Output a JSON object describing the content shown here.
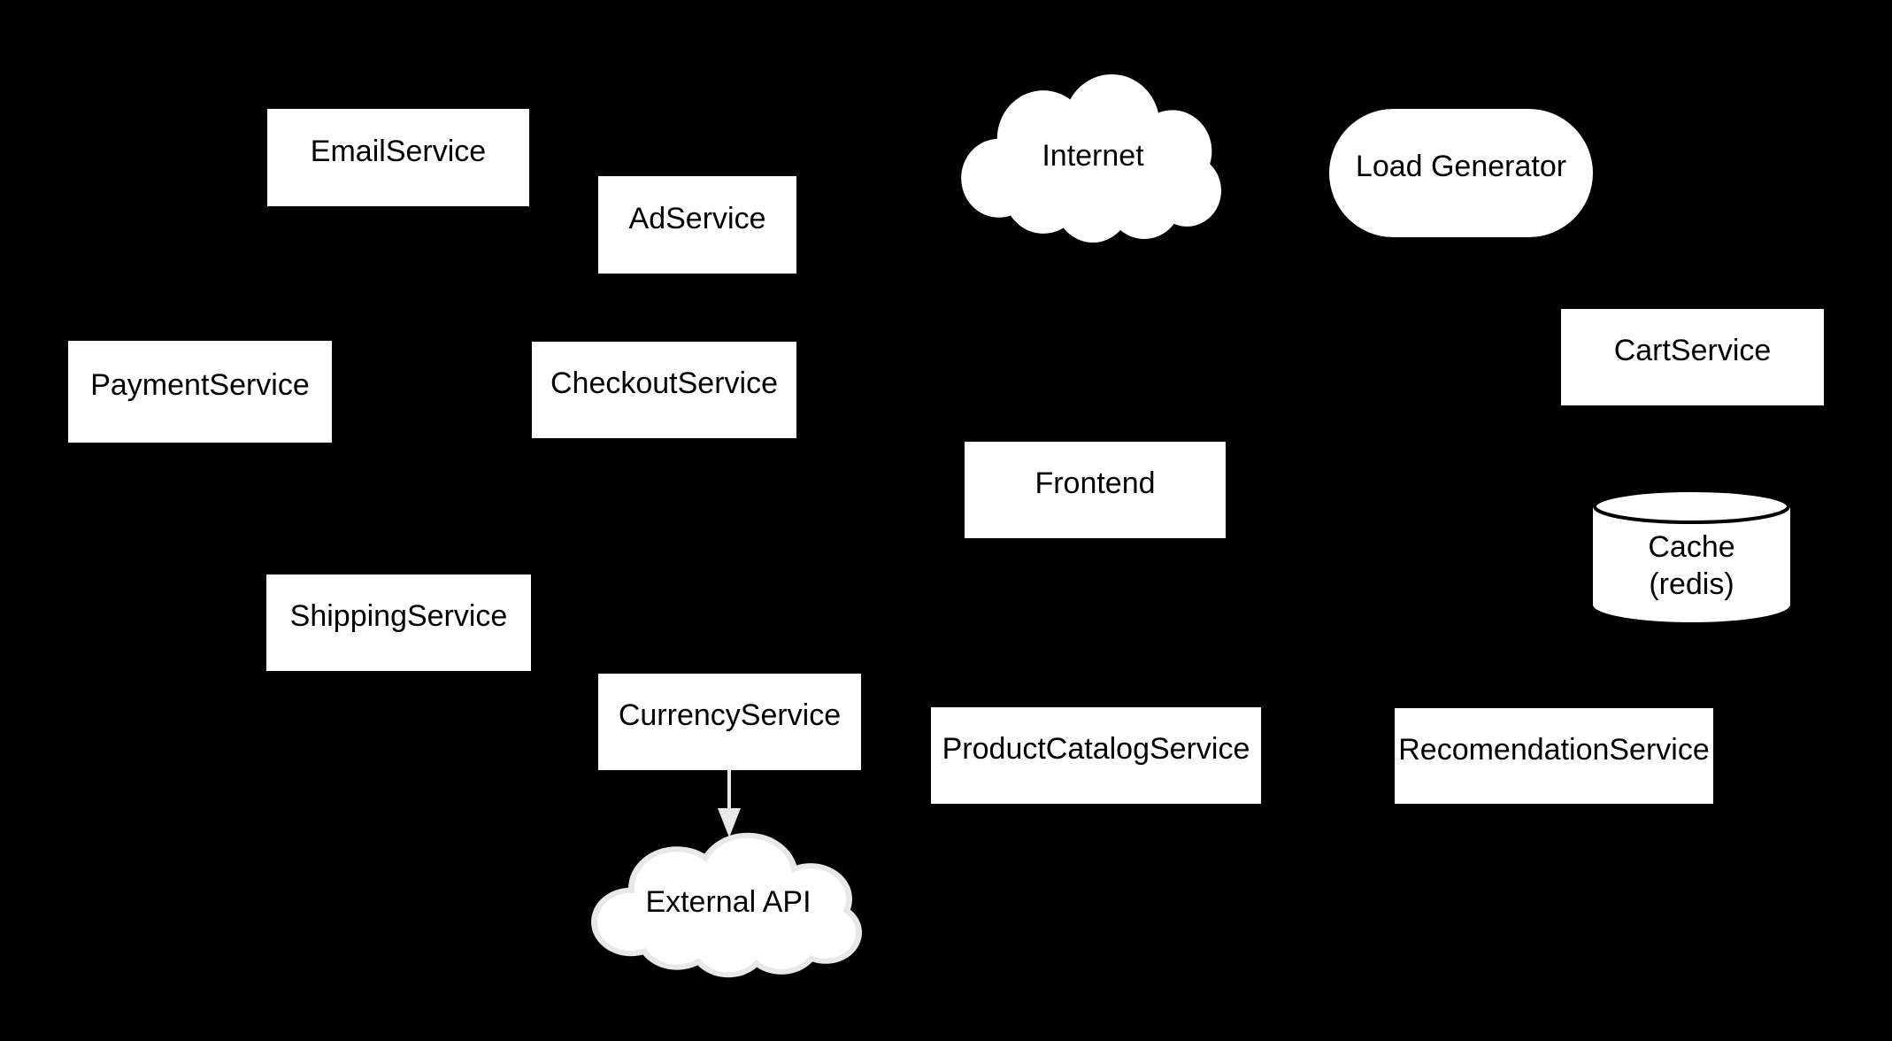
{
  "diagram": {
    "type": "architecture-diagram",
    "colors": {
      "background": "#000000",
      "node_fill": "#ffffff",
      "node_text": "#000000",
      "edge_color": "#e8e8e8",
      "external_cloud_outline": "#e8e8e8",
      "cylinder_stroke": "#000000"
    },
    "nodes": {
      "email": {
        "label": "EmailService",
        "shape": "rect"
      },
      "ad": {
        "label": "AdService",
        "shape": "rect"
      },
      "internet": {
        "label": "Internet",
        "shape": "cloud"
      },
      "loadgen": {
        "label": "Load Generator",
        "shape": "stadium"
      },
      "payment": {
        "label": "PaymentService",
        "shape": "rect"
      },
      "checkout": {
        "label": "CheckoutService",
        "shape": "rect"
      },
      "cart": {
        "label": "CartService",
        "shape": "rect"
      },
      "frontend": {
        "label": "Frontend",
        "shape": "rect"
      },
      "cache": {
        "lines": [
          "Cache",
          "(redis)"
        ],
        "shape": "cylinder"
      },
      "shipping": {
        "label": "ShippingService",
        "shape": "rect"
      },
      "currency": {
        "label": "CurrencyService",
        "shape": "rect"
      },
      "productcatalog": {
        "label": "ProductCatalogService",
        "shape": "rect"
      },
      "recomendation": {
        "label": "RecomendationService",
        "shape": "rect"
      },
      "externalapi": {
        "label": "External API",
        "shape": "cloud"
      }
    },
    "edges": [
      {
        "from": "CurrencyService",
        "to": "External API",
        "direction": "down",
        "style": "arrow"
      }
    ]
  }
}
